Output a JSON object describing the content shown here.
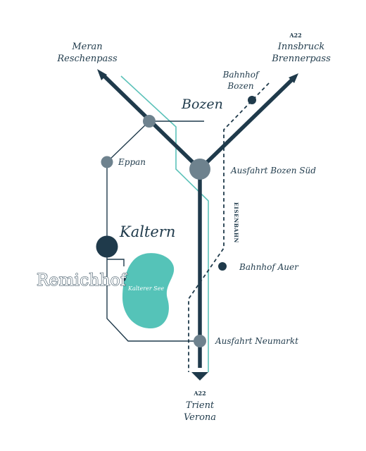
{
  "colors": {
    "navy": "#1f3a4b",
    "gray": "#6e828e",
    "teal": "#5cc2b9",
    "lake": "#55c3b8",
    "background": "#ffffff"
  },
  "labels": {
    "meran_line1": "Meran",
    "meran_line2": "Reschenpass",
    "a22_north": "A22",
    "innsbruck_line1": "Innsbruck",
    "innsbruck_line2": "Brennerpass",
    "bahnhof_bozen_line1": "Bahnhof",
    "bahnhof_bozen_line2": "Bozen",
    "bozen": "Bozen",
    "eppan": "Eppan",
    "ausfahrt_bozen_sued": "Ausfahrt Bozen Süd",
    "eisenbahn": "EISENBAHN",
    "kaltern": "Kaltern",
    "remichhof": "Remichhof",
    "kalterer_see": "Kalterer See",
    "bahnhof_auer": "Bahnhof Auer",
    "ausfahrt_neumarkt": "Ausfahrt Neumarkt",
    "a22_south": "A22",
    "trient": "Trient",
    "verona": "Verona"
  }
}
